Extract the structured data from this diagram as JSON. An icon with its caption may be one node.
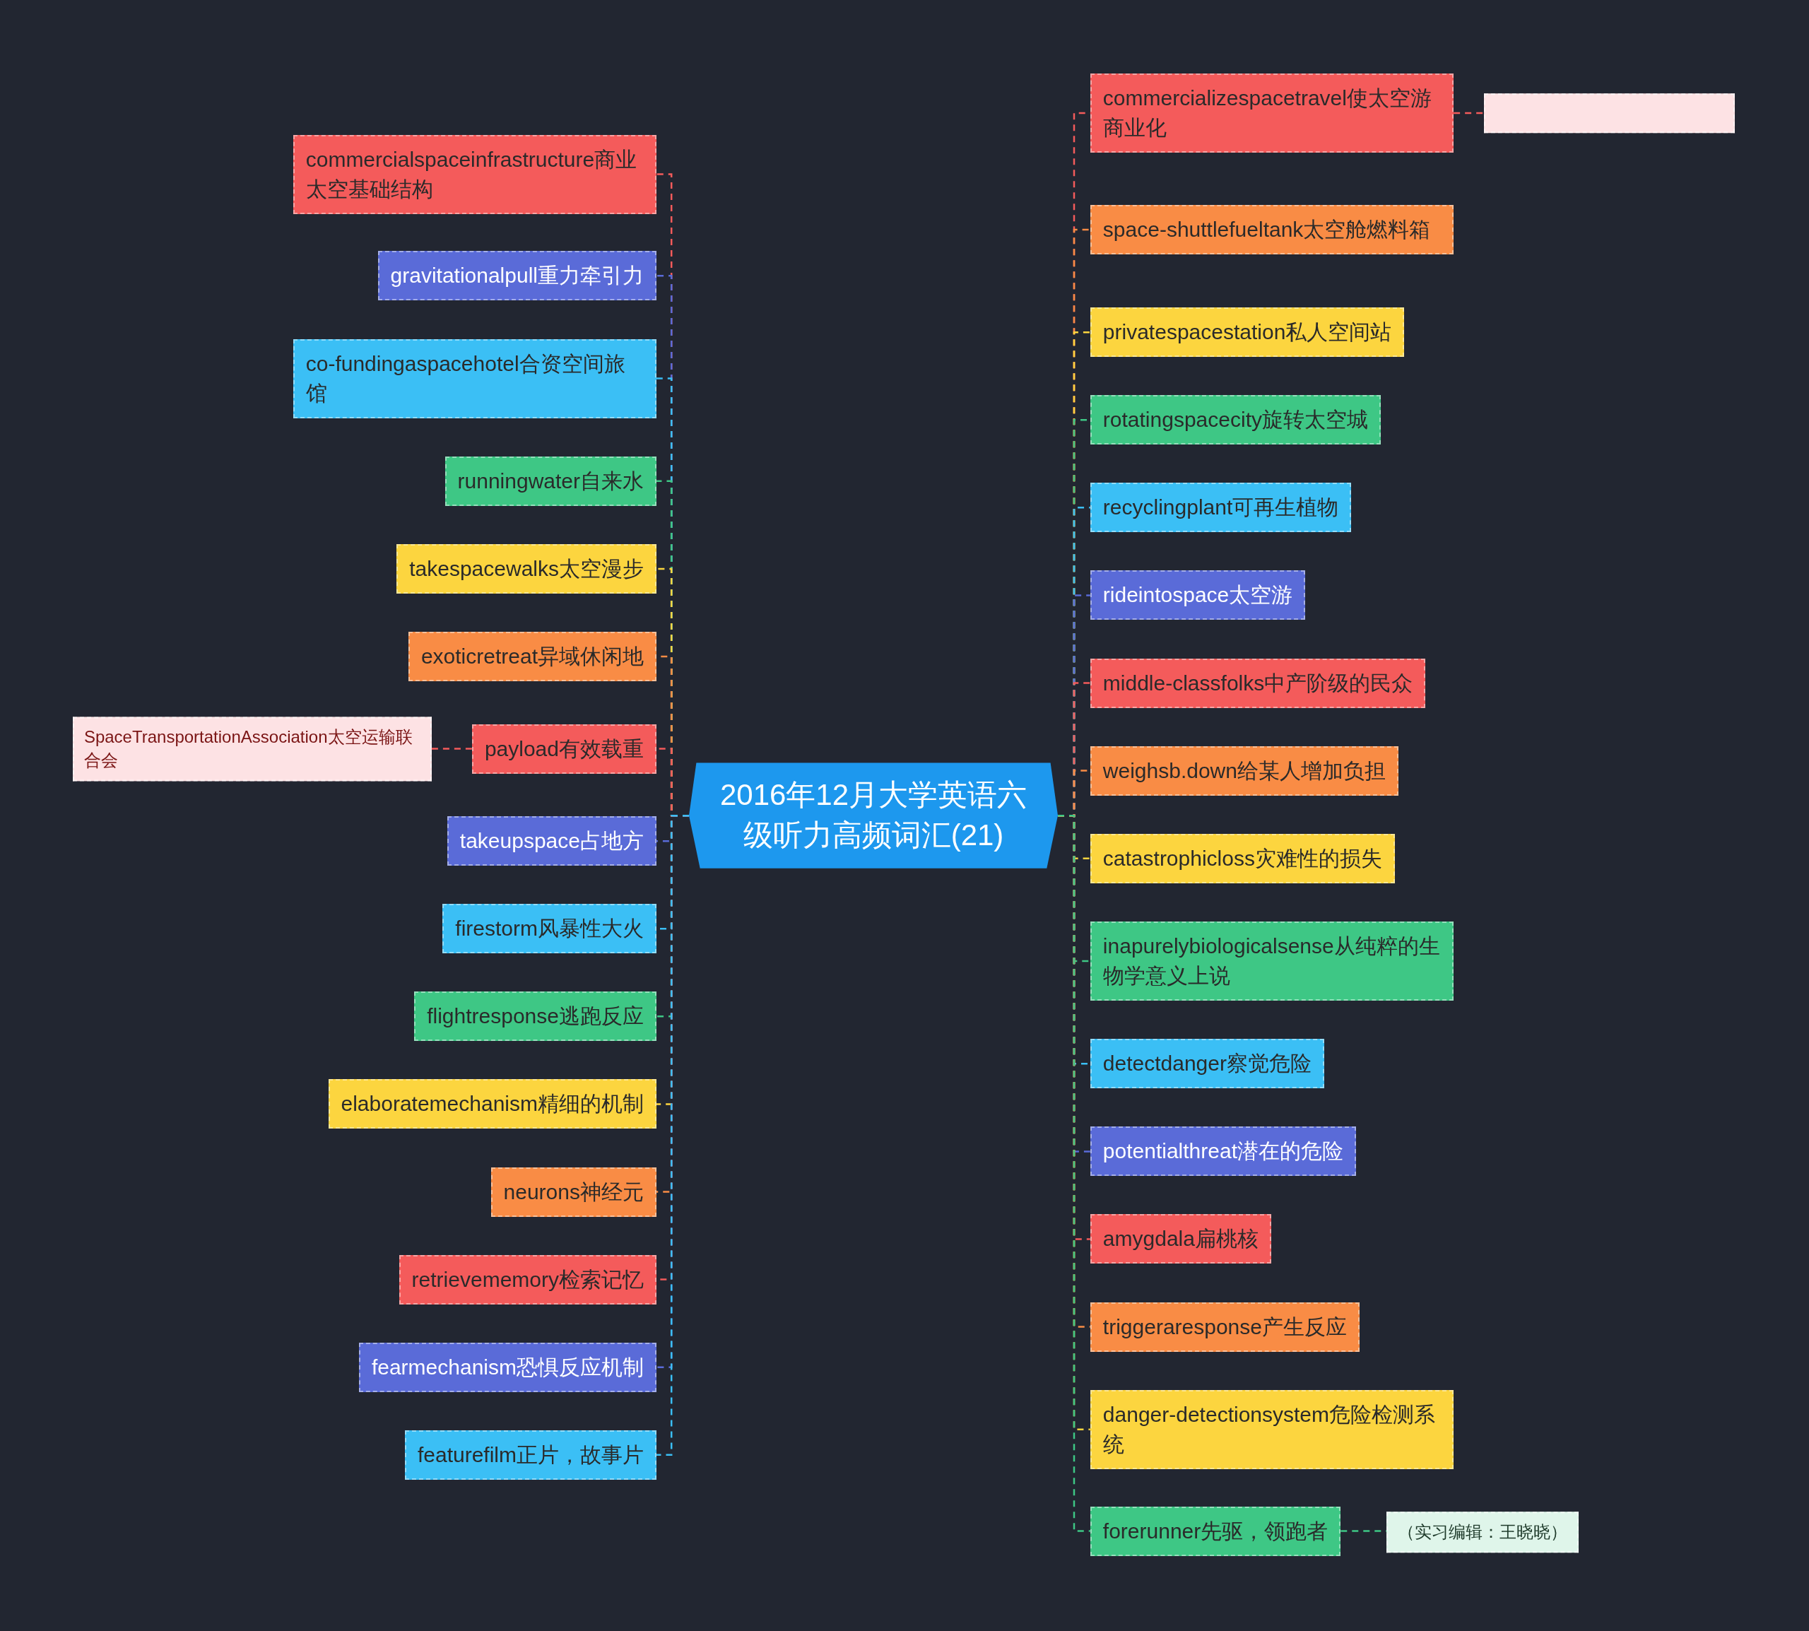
{
  "diagram": {
    "nodes": [
      {
        "text": [
          "2016年12月大学英语六级听力高频词汇(21)"
        ]
      },
      {
        "text": [
          "commercializespacetravel使太空游商业化"
        ]
      },
      {
        "text": [],
        "shape": "box"
      },
      {
        "text": [
          "space-shuttlefueltank太空舱燃料箱"
        ]
      },
      {
        "text": [
          "privatespacestation私人空间站"
        ]
      },
      {
        "text": [
          "rotatingspacecity旋转太空城"
        ]
      },
      {
        "text": [
          "recyclingplant可再生植物"
        ]
      },
      {
        "text": [
          "rideintospace太空游"
        ]
      },
      {
        "text": [
          "middle-classfolks中产阶级的民众"
        ]
      },
      {
        "text": [
          "weighsb.down给某人增加负担"
        ]
      },
      {
        "text": [
          "catastrophicloss灾难性的损失"
        ]
      },
      {
        "text": [
          "inapurelybiologicalsense从纯粹的生物学意义上说"
        ]
      },
      {
        "text": [
          "detectdanger察觉危险"
        ]
      },
      {
        "text": [
          "potentialthreat潜在的危险"
        ]
      },
      {
        "text": [
          "amygdala扁桃核"
        ]
      },
      {
        "text": [
          "triggeraresponse产生反应"
        ]
      },
      {
        "text": [
          "danger-detectionsystem危险检测系统"
        ]
      },
      {
        "text": [
          "forerunner先驱，领跑者"
        ]
      },
      {
        "text": [
          "（实习编辑：王晓晓）"
        ]
      },
      {
        "text": [
          "commercialspaceinfrastructure商业太空基础结构"
        ]
      },
      {
        "text": [
          "gravitationalpull重力牵引力"
        ]
      },
      {
        "text": [
          "co-fundingaspacehotel合资空间旅馆"
        ]
      },
      {
        "text": [
          "runningwater自来水"
        ]
      },
      {
        "text": [
          "takespacewalks太空漫步"
        ]
      },
      {
        "text": [
          "exoticretreat异域休闲地"
        ]
      },
      {
        "text": [
          "payload有效载重"
        ]
      },
      {
        "text": [
          "SpaceTransportationAssociation太空运输联合会"
        ]
      },
      {
        "text": [
          "takeupspace占地方"
        ]
      },
      {
        "text": [
          "firestorm风暴性大火"
        ]
      },
      {
        "text": [
          "flightresponse逃跑反应"
        ]
      },
      {
        "text": [
          "elaboratemechanism精细的机制"
        ]
      },
      {
        "text": [
          "neurons神经元"
        ]
      },
      {
        "text": [
          "retrievememory检索记忆"
        ]
      },
      {
        "text": [
          "fearmechanism恐惧反应机制"
        ]
      },
      {
        "text": [
          "featurefilm正片，故事片"
        ]
      }
    ],
    "edges": [
      {
        "from": 0,
        "to": 1,
        "arrow": "none",
        "style": "dashed",
        "color": "#f45b5b"
      },
      {
        "from": 1,
        "to": 2,
        "arrow": "none",
        "style": "dashed",
        "color": "#f45b5b"
      },
      {
        "from": 0,
        "to": 3,
        "arrow": "none",
        "style": "dashed",
        "color": "#f98c45"
      },
      {
        "from": 0,
        "to": 4,
        "arrow": "none",
        "style": "dashed",
        "color": "#fcd53f"
      },
      {
        "from": 0,
        "to": 5,
        "arrow": "none",
        "style": "dashed",
        "color": "#3ec785"
      },
      {
        "from": 0,
        "to": 6,
        "arrow": "none",
        "style": "dashed",
        "color": "#3bbff5"
      },
      {
        "from": 0,
        "to": 7,
        "arrow": "none",
        "style": "dashed",
        "color": "#5a6bd8"
      },
      {
        "from": 0,
        "to": 8,
        "arrow": "none",
        "style": "dashed",
        "color": "#f45b5b"
      },
      {
        "from": 0,
        "to": 9,
        "arrow": "none",
        "style": "dashed",
        "color": "#f98c45"
      },
      {
        "from": 0,
        "to": 10,
        "arrow": "none",
        "style": "dashed",
        "color": "#fcd53f"
      },
      {
        "from": 0,
        "to": 11,
        "arrow": "none",
        "style": "dashed",
        "color": "#3ec785"
      },
      {
        "from": 0,
        "to": 12,
        "arrow": "none",
        "style": "dashed",
        "color": "#3bbff5"
      },
      {
        "from": 0,
        "to": 13,
        "arrow": "none",
        "style": "dashed",
        "color": "#5a6bd8"
      },
      {
        "from": 0,
        "to": 14,
        "arrow": "none",
        "style": "dashed",
        "color": "#f45b5b"
      },
      {
        "from": 0,
        "to": 15,
        "arrow": "none",
        "style": "dashed",
        "color": "#f98c45"
      },
      {
        "from": 0,
        "to": 16,
        "arrow": "none",
        "style": "dashed",
        "color": "#fcd53f"
      },
      {
        "from": 0,
        "to": 17,
        "arrow": "none",
        "style": "dashed",
        "color": "#3ec785"
      },
      {
        "from": 17,
        "to": 18,
        "arrow": "none",
        "style": "dashed",
        "color": "#3ec785"
      },
      {
        "from": 0,
        "to": 19,
        "arrow": "none",
        "style": "dashed",
        "color": "#f45b5b"
      },
      {
        "from": 0,
        "to": 20,
        "arrow": "none",
        "style": "dashed",
        "color": "#5a6bd8"
      },
      {
        "from": 0,
        "to": 21,
        "arrow": "none",
        "style": "dashed",
        "color": "#3bbff5"
      },
      {
        "from": 0,
        "to": 22,
        "arrow": "none",
        "style": "dashed",
        "color": "#3ec785"
      },
      {
        "from": 0,
        "to": 23,
        "arrow": "none",
        "style": "dashed",
        "color": "#fcd53f"
      },
      {
        "from": 0,
        "to": 24,
        "arrow": "none",
        "style": "dashed",
        "color": "#f98c45"
      },
      {
        "from": 0,
        "to": 25,
        "arrow": "none",
        "style": "dashed",
        "color": "#f45b5b"
      },
      {
        "from": 25,
        "to": 26,
        "arrow": "none",
        "style": "dashed",
        "color": "#f45b5b"
      },
      {
        "from": 0,
        "to": 27,
        "arrow": "none",
        "style": "dashed",
        "color": "#5a6bd8"
      },
      {
        "from": 0,
        "to": 28,
        "arrow": "none",
        "style": "dashed",
        "color": "#3bbff5"
      },
      {
        "from": 0,
        "to": 29,
        "arrow": "none",
        "style": "dashed",
        "color": "#3ec785"
      },
      {
        "from": 0,
        "to": 30,
        "arrow": "none",
        "style": "dashed",
        "color": "#fcd53f"
      },
      {
        "from": 0,
        "to": 31,
        "arrow": "none",
        "style": "dashed",
        "color": "#f98c45"
      },
      {
        "from": 0,
        "to": 32,
        "arrow": "none",
        "style": "dashed",
        "color": "#f45b5b"
      },
      {
        "from": 0,
        "to": 33,
        "arrow": "none",
        "style": "dashed",
        "color": "#5a6bd8"
      },
      {
        "from": 0,
        "to": 34,
        "arrow": "none",
        "style": "dashed",
        "color": "#3bbff5"
      }
    ]
  }
}
